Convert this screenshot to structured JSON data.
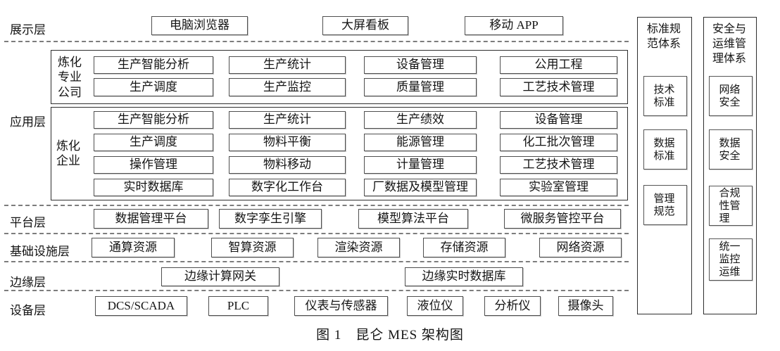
{
  "caption": "图 1　昆仑 MES 架构图",
  "layers": {
    "presentation": {
      "label": "展示层",
      "items": [
        "电脑浏览器",
        "大屏看板",
        "移动 APP"
      ]
    },
    "application": {
      "label": "应用层",
      "groups": [
        {
          "label": "炼化专业公司",
          "rows": [
            [
              "生产智能分析",
              "生产统计",
              "设备管理",
              "公用工程"
            ],
            [
              "生产调度",
              "生产监控",
              "质量管理",
              "工艺技术管理"
            ]
          ]
        },
        {
          "label": "炼化企业",
          "rows": [
            [
              "生产智能分析",
              "生产统计",
              "生产绩效",
              "设备管理"
            ],
            [
              "生产调度",
              "物料平衡",
              "能源管理",
              "化工批次管理"
            ],
            [
              "操作管理",
              "物料移动",
              "计量管理",
              "工艺技术管理"
            ],
            [
              "实时数据库",
              "数字化工作台",
              "厂数据及模型管理",
              "实验室管理"
            ]
          ]
        }
      ]
    },
    "platform": {
      "label": "平台层",
      "items": [
        "数据管理平台",
        "数字孪生引擎",
        "模型算法平台",
        "微服务管控平台"
      ]
    },
    "infrastructure": {
      "label": "基础设施层",
      "items": [
        "通算资源",
        "智算资源",
        "渲染资源",
        "存储资源",
        "网络资源"
      ]
    },
    "edge": {
      "label": "边缘层",
      "items": [
        "边缘计算网关",
        "边缘实时数据库"
      ]
    },
    "device": {
      "label": "设备层",
      "items": [
        "DCS/SCADA",
        "PLC",
        "仪表与传感器",
        "液位仪",
        "分析仪",
        "摄像头"
      ]
    }
  },
  "side_columns": [
    {
      "title": "标准规范体系",
      "items": [
        "技术标准",
        "数据标准",
        "管理规范"
      ]
    },
    {
      "title": "安全与运维管理体系",
      "items": [
        "网络安全",
        "数据安全",
        "合规性管理",
        "统一监控运维"
      ]
    }
  ],
  "colors": {
    "background": "#ffffff",
    "border": "#4f4f4f",
    "outer_border": "#2e2e2e",
    "text": "#141414",
    "dash": "#7d7d7d"
  }
}
